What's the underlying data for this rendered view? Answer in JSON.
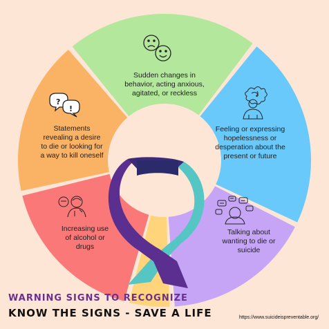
{
  "colors": {
    "background": "#fde6d6",
    "green": "#b3e79c",
    "blue": "#69c9fa",
    "purple": "#c6a5f7",
    "yellow": "#ffd47a",
    "red": "#fa7878",
    "orange": "#fab265",
    "ribbon_purple": "#5a2f8f",
    "ribbon_teal": "#55c6c3",
    "ribbon_navy": "#2b2a6b",
    "title": "#6b2f8f"
  },
  "segments": [
    {
      "id": "behavior",
      "icon": "faces-icon",
      "text": "Sudden changes in\nbehavior, acting anxious,\nagitated, or reckless"
    },
    {
      "id": "hopeless",
      "icon": "person-thoughts-icon",
      "text": "Feeling or expressing\nhopelessness or\ndesperation about the\npresent or future"
    },
    {
      "id": "talking",
      "icon": "speech-bubbles-icon",
      "text": "Talking about\nwanting to die or\nsuicide"
    },
    {
      "id": "alcohol",
      "icon": "person-drinking-icon",
      "text": "Increasing use\nof alcohol or\ndrugs"
    },
    {
      "id": "statements",
      "icon": "question-bubbles-icon",
      "text": "Statements\nrevealing a desire\nto die or looking for\na way to kill oneself"
    }
  ],
  "title": "WARNING SIGNS TO RECOGNIZE",
  "subtitle": "KNOW THE SIGNS - SAVE A LIFE",
  "source": "https://www.suicideispreventable.org/"
}
